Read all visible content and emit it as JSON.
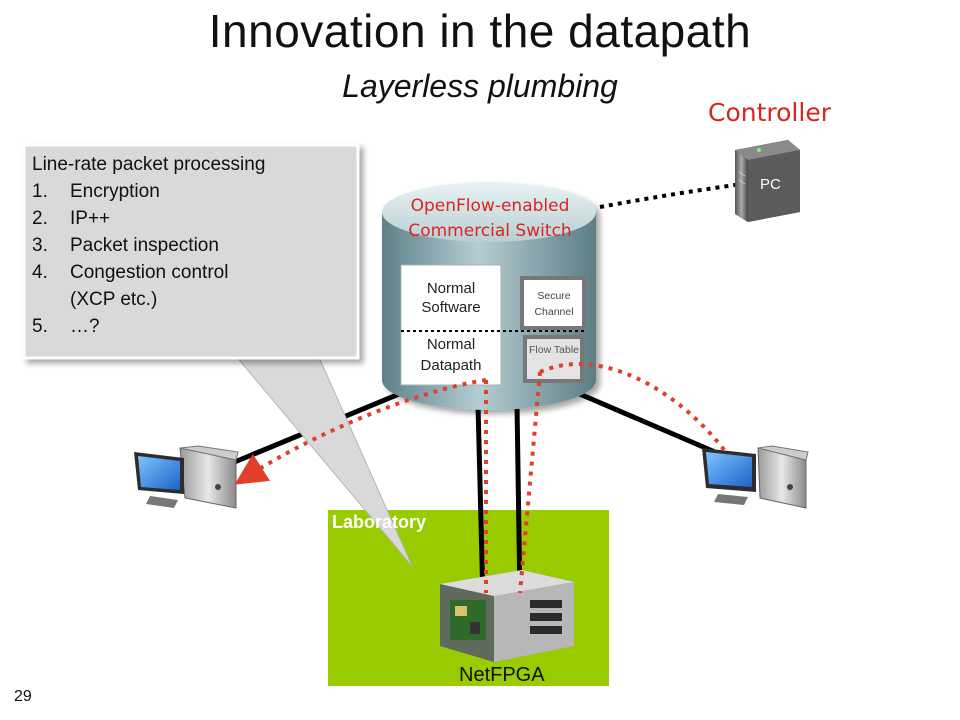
{
  "slide": {
    "title": "Innovation in the datapath",
    "subtitle": "Layerless plumbing",
    "page_number": "29"
  },
  "controller": {
    "label": "Controller",
    "server_label": "PC"
  },
  "switch": {
    "label_line1": "OpenFlow-enabled",
    "label_line2": "Commercial Switch",
    "normal_software": "Normal Software",
    "normal_datapath": "Normal Datapath",
    "secure_channel": "Secure Channel",
    "flow_table": "Flow Table"
  },
  "callout": {
    "heading": "Line-rate packet processing",
    "items": [
      {
        "num": "1.",
        "text": "Encryption"
      },
      {
        "num": "2.",
        "text": "IP++"
      },
      {
        "num": "3.",
        "text": "Packet inspection"
      },
      {
        "num": "4.",
        "text": "Congestion control"
      },
      {
        "num": "",
        "text": "(XCP etc.)"
      },
      {
        "num": "5.",
        "text": "…?"
      }
    ]
  },
  "laboratory": {
    "label": "Laboratory",
    "device_label": "NetFPGA"
  },
  "colors": {
    "accent_red": "#d8261f",
    "lab_green": "#99cc00",
    "switch_gray": "#7f9da5",
    "callout_fill": "#d9d9d9"
  }
}
